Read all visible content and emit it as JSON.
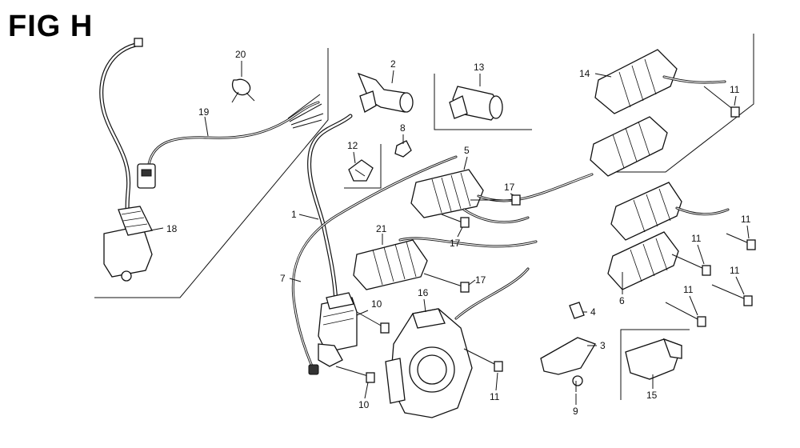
{
  "figure": {
    "title": "FIG H"
  },
  "callouts": [
    {
      "id": "c1",
      "text": "1"
    },
    {
      "id": "c2",
      "text": "2"
    },
    {
      "id": "c3",
      "text": "3"
    },
    {
      "id": "c4",
      "text": "4"
    },
    {
      "id": "c5",
      "text": "5"
    },
    {
      "id": "c6",
      "text": "6"
    },
    {
      "id": "c7",
      "text": "7"
    },
    {
      "id": "c8",
      "text": "8"
    },
    {
      "id": "c9",
      "text": "9"
    },
    {
      "id": "c10a",
      "text": "10"
    },
    {
      "id": "c10b",
      "text": "10"
    },
    {
      "id": "c11a",
      "text": "11"
    },
    {
      "id": "c11b",
      "text": "11"
    },
    {
      "id": "c11c",
      "text": "11"
    },
    {
      "id": "c11d",
      "text": "11"
    },
    {
      "id": "c11e",
      "text": "11"
    },
    {
      "id": "c11f",
      "text": "11"
    },
    {
      "id": "c12",
      "text": "12"
    },
    {
      "id": "c13",
      "text": "13"
    },
    {
      "id": "c14",
      "text": "14"
    },
    {
      "id": "c15",
      "text": "15"
    },
    {
      "id": "c16",
      "text": "16"
    },
    {
      "id": "c17a",
      "text": "17"
    },
    {
      "id": "c17b",
      "text": "17"
    },
    {
      "id": "c17c",
      "text": "17"
    },
    {
      "id": "c18",
      "text": "18"
    },
    {
      "id": "c19",
      "text": "19"
    },
    {
      "id": "c20",
      "text": "20"
    },
    {
      "id": "c21",
      "text": "21"
    }
  ]
}
